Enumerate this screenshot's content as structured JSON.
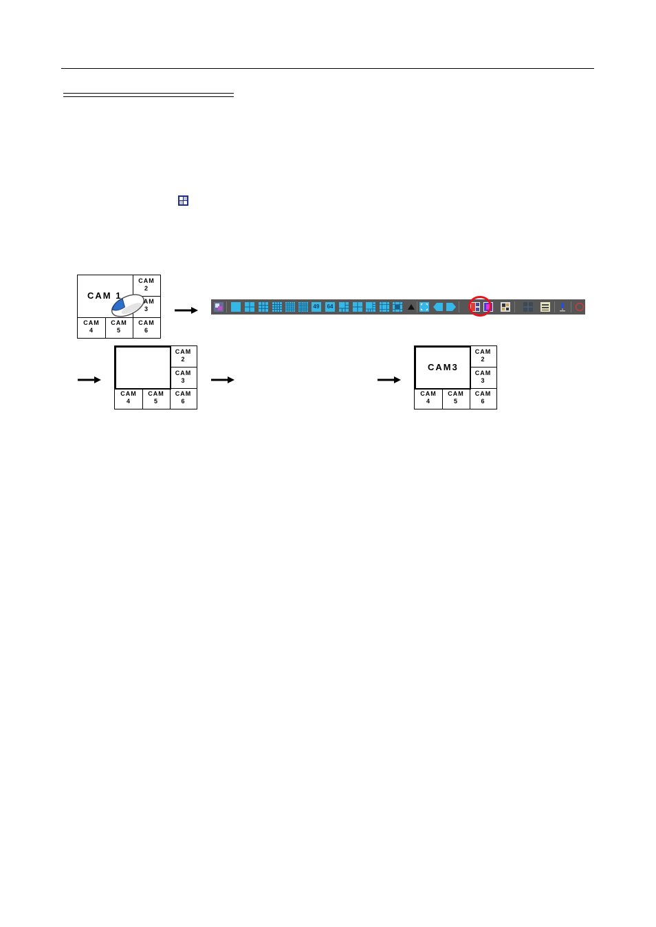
{
  "diagram": {
    "first_split": {
      "main_cam": "CAM 1",
      "cells": [
        {
          "l1": "CAM",
          "l2": "2"
        },
        {
          "l1": "CAM",
          "l2": "3"
        },
        {
          "l1": "CAM",
          "l2": "4"
        },
        {
          "l1": "CAM",
          "l2": "5"
        },
        {
          "l1": "CAM",
          "l2": "6"
        }
      ]
    },
    "second_split": {
      "cells": [
        {
          "l1": "CAM",
          "l2": "2"
        },
        {
          "l1": "CAM",
          "l2": "3"
        },
        {
          "l1": "CAM",
          "l2": "4"
        },
        {
          "l1": "CAM",
          "l2": "5"
        },
        {
          "l1": "CAM",
          "l2": "6"
        }
      ]
    },
    "third_split": {
      "main_cam": "CAM3",
      "cells": [
        {
          "l1": "CAM",
          "l2": "2"
        },
        {
          "l1": "CAM",
          "l2": "3"
        },
        {
          "l1": "CAM",
          "l2": "4"
        },
        {
          "l1": "CAM",
          "l2": "5"
        },
        {
          "l1": "CAM",
          "l2": "6"
        }
      ]
    },
    "toolbar": {
      "label_49": "49",
      "label_64": "64",
      "highlight_color": "#e8121c",
      "button_color": "#35b7e8",
      "background": "#565656"
    }
  }
}
